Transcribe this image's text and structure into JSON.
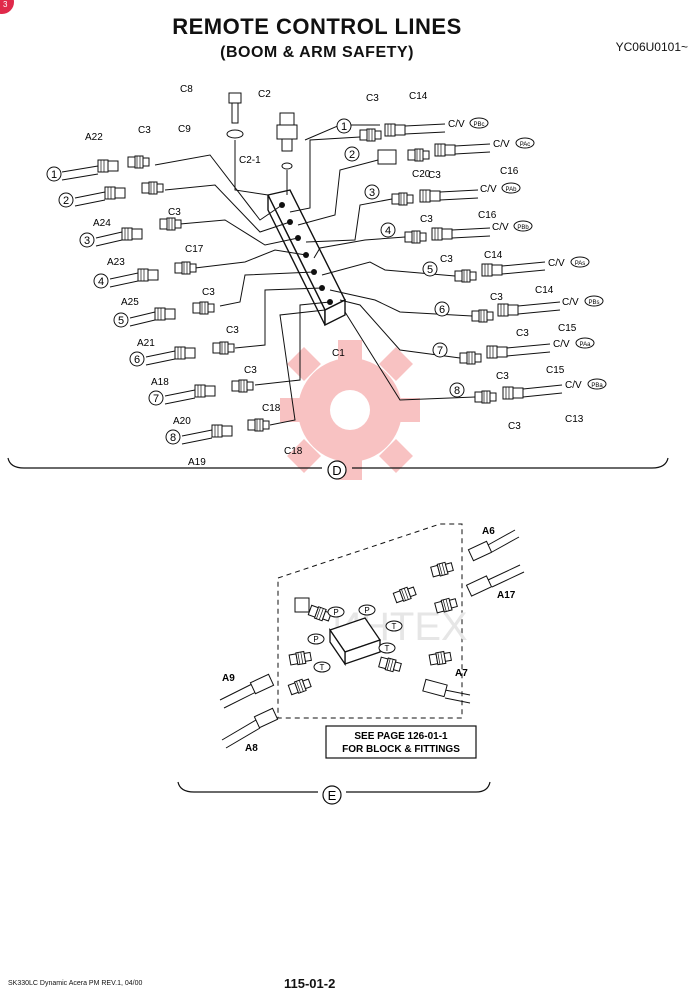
{
  "title": "REMOTE CONTROL LINES",
  "subtitle": "(BOOM & ARM SAFETY)",
  "drawing_code": "YC06U0101~",
  "footer_left": "SK330LC Dynamic Acera PM REV.1, 04/00",
  "page_number": "115-01-2",
  "corner_badge": "3",
  "colors": {
    "ink": "#111111",
    "watermark": "#f7b3b3",
    "badge": "#e0294a"
  },
  "view_d": {
    "label": "D",
    "parts": [
      "C8",
      "C9",
      "C2",
      "C2-1",
      "C1",
      "C3",
      "C14",
      "C16",
      "C20",
      "C15",
      "C13",
      "C17",
      "C18",
      "A22",
      "A24",
      "A23",
      "A25",
      "A21",
      "A18",
      "A20",
      "A19"
    ],
    "circled_numbers": [
      "1",
      "2",
      "3",
      "4",
      "5",
      "6",
      "7",
      "8"
    ],
    "cv_prefix": "C/V",
    "ports": [
      "PBc",
      "PAc",
      "PAb",
      "PBb",
      "PAs",
      "PBs",
      "PAa",
      "PBa"
    ]
  },
  "view_e": {
    "label": "E",
    "parts": [
      "A6",
      "A17",
      "A9",
      "A7",
      "A8"
    ],
    "port_p": "P",
    "port_t": "T",
    "note_line1": "SEE PAGE 126-01-1",
    "note_line2": "FOR BLOCK & FITTINGS",
    "watermark": "ИНТЕХ"
  }
}
